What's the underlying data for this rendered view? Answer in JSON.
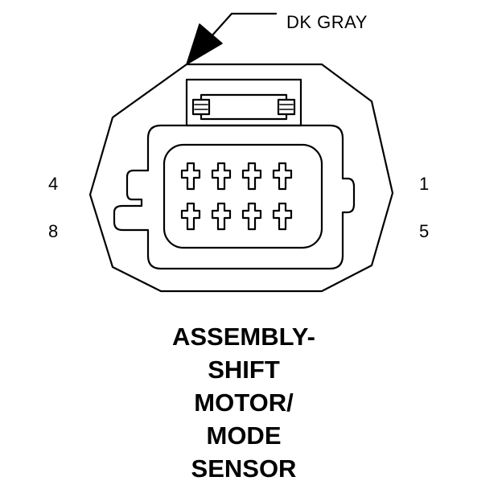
{
  "wire_color_label": "DK GRAY",
  "pin_labels": {
    "top_left": "4",
    "bottom_left": "8",
    "top_right": "1",
    "bottom_right": "5"
  },
  "caption_lines": [
    "ASSEMBLY-",
    "SHIFT",
    "MOTOR/",
    "MODE",
    "SENSOR"
  ],
  "colors": {
    "ink": "#000000",
    "background": "#ffffff"
  }
}
